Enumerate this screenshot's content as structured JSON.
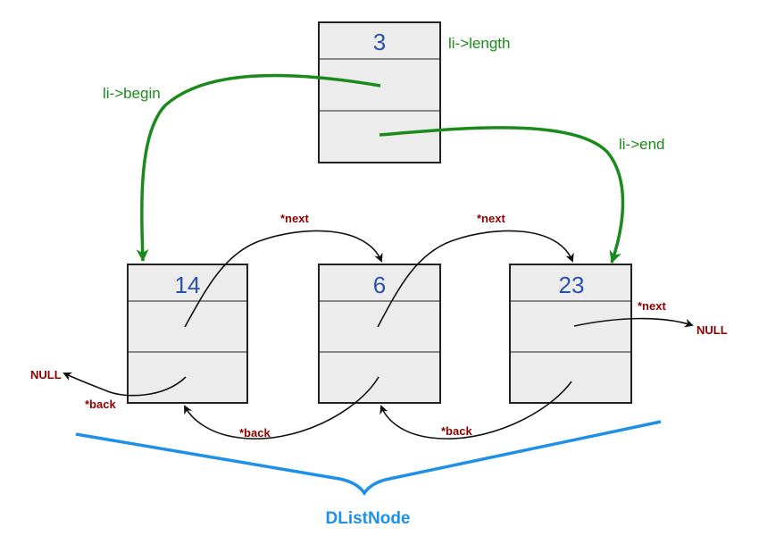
{
  "colors": {
    "value_text": "#2a52a8",
    "green": "#1a8a1a",
    "pointer_label": "#8b0000",
    "brace": "#1e90e8"
  },
  "list": {
    "length": "3",
    "length_label": "li->length",
    "begin_label": "li->begin",
    "end_label": "li->end"
  },
  "nodes": [
    {
      "value": "14"
    },
    {
      "value": "6"
    },
    {
      "value": "23"
    }
  ],
  "pointer_labels": {
    "next": "*next",
    "back": "*back",
    "null": "NULL"
  },
  "caption": "DListNode"
}
